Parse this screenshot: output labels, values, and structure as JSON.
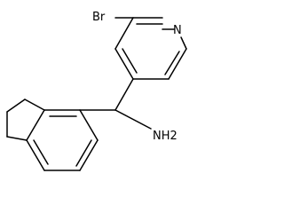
{
  "molecule": {
    "atoms": {
      "bromine": "Br",
      "nitrogen": "N",
      "amine": "NH2"
    }
  }
}
